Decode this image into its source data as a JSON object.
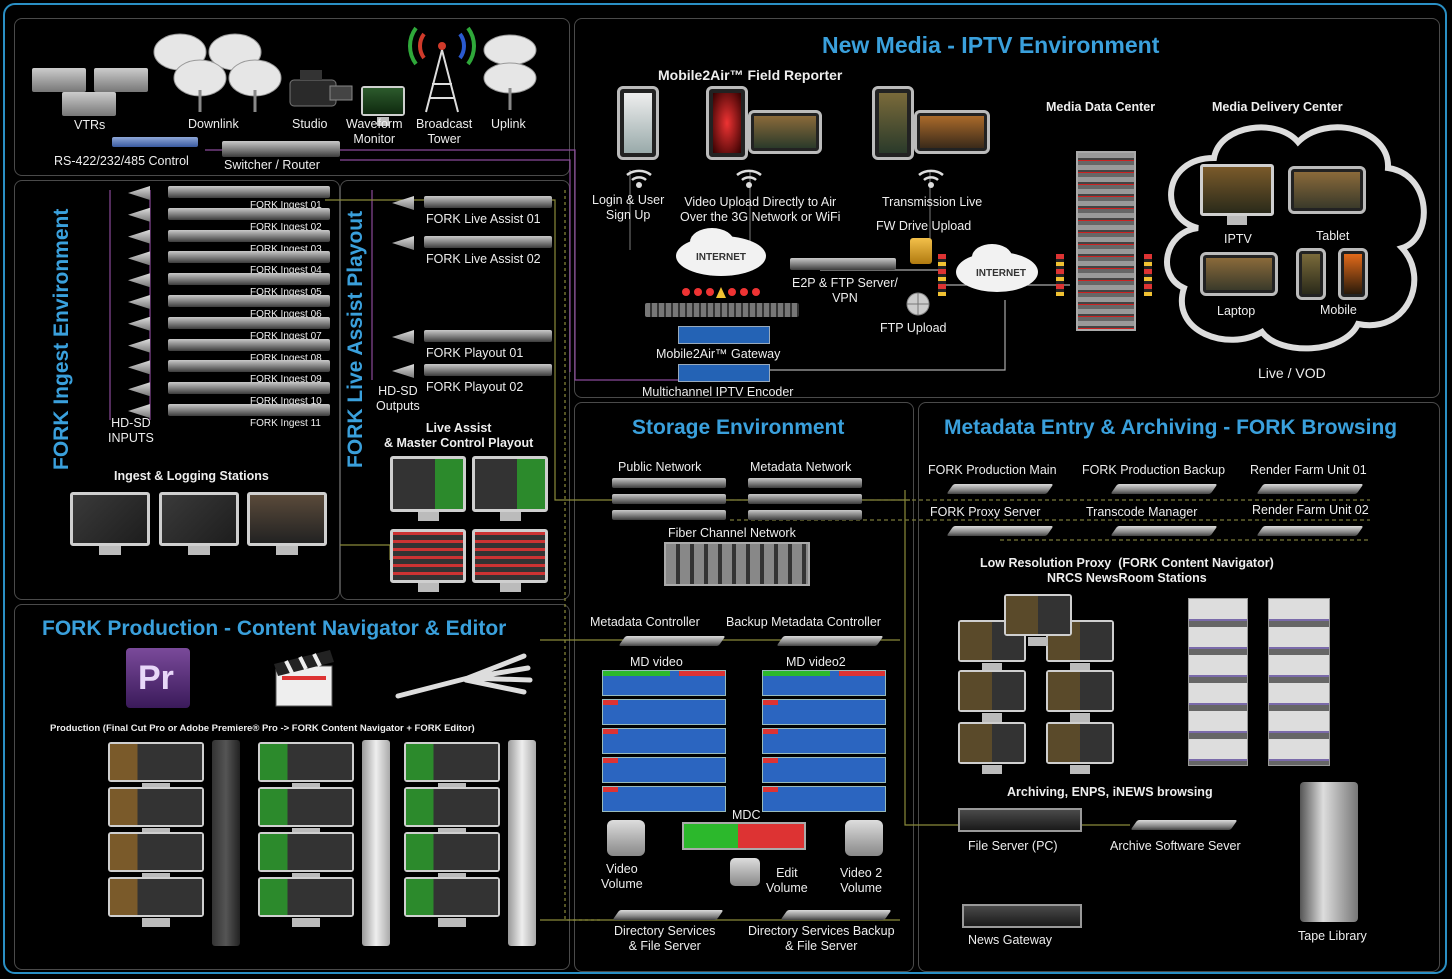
{
  "panels": {
    "iptv_title": "New Media - IPTV Environment",
    "ingest_title": "FORK Ingest Environment",
    "live_assist_title": "FORK Live Assist Playout",
    "storage_title": "Storage Environment",
    "metadata_title": "Metadata Entry & Archiving - FORK Browsing",
    "production_title": "FORK Production - Content Navigator & Editor"
  },
  "top_left": {
    "vtrs": "VTRs",
    "downlink": "Downlink",
    "studio": "Studio",
    "waveform": "Waveform\nMonitor",
    "broadcast": "Broadcast\nTower",
    "uplink": "Uplink",
    "rs422": "RS-422/232/485 Control",
    "switcher": "Switcher / Router"
  },
  "ingest": {
    "units": [
      "FORK Ingest 01",
      "FORK Ingest 02",
      "FORK Ingest 03",
      "FORK Ingest 04",
      "FORK Ingest 05",
      "FORK Ingest 06",
      "FORK Ingest 07",
      "FORK Ingest 08",
      "FORK Ingest 09",
      "FORK Ingest 10",
      "FORK Ingest 11"
    ],
    "inputs": "HD-SD\nINPUTS",
    "stations": "Ingest & Logging Stations"
  },
  "live_assist": {
    "units": [
      "FORK Live Assist 01",
      "FORK Live Assist 02",
      "FORK Playout 01",
      "FORK Playout 02"
    ],
    "outputs": "HD-SD\nOutputs",
    "master": "Live Assist\n& Master Control Playout"
  },
  "iptv": {
    "field_reporter": "Mobile2Air™  Field Reporter",
    "login": "Login & User\nSign Up",
    "video_upload": "Video Upload Directly to Air\nOver the 3G Network or WiFi",
    "transmission": "Transmission Live",
    "fw_drive": "FW Drive Upload",
    "internet": "INTERNET",
    "e2p": "E2P & FTP Server/\nVPN",
    "ftp_upload": "FTP Upload",
    "gateway": "Mobile2Air™ Gateway",
    "encoder": "Multichannel IPTV Encoder",
    "data_center": "Media Data Center",
    "delivery_center": "Media Delivery Center",
    "devices": [
      "IPTV",
      "Tablet",
      "Laptop",
      "Mobile"
    ],
    "live_vod": "Live / VOD"
  },
  "storage": {
    "public_net": "Public Network",
    "metadata_net": "Metadata Network",
    "fiber": "Fiber Channel Network",
    "md_controller": "Metadata Controller",
    "backup_md_controller": "Backup Metadata Controller",
    "md_video": "MD video",
    "md_video2": "MD video2",
    "mdc": "MDC",
    "video_volume": "Video\nVolume",
    "edit_volume": "Edit\nVolume",
    "video2_volume": "Video 2\nVolume",
    "dir_services": "Directory Services\n& File Server",
    "dir_backup": "Directory Services Backup\n& File Server"
  },
  "metadata": {
    "servers": [
      "FORK Production Main",
      "FORK Production Backup",
      "Render Farm Unit 01",
      "FORK Proxy Server",
      "Transcode Manager",
      "Render Farm Unit 02"
    ],
    "proxy_title": "Low Resolution Proxy  (FORK Content Navigator)\nNRCS NewsRoom Stations",
    "archiving": "Archiving, ENPS, iNEWS browsing",
    "file_server": "File Server (PC)",
    "archive_sw": "Archive Software Sever",
    "news_gateway": "News Gateway",
    "tape_library": "Tape Library"
  },
  "production": {
    "caption": "Production (Final Cut Pro or Adobe Premiere® Pro -> FORK Content Navigator + FORK Editor)",
    "pr_icon": "Pr"
  },
  "colors": {
    "accent": "#3aa0dc",
    "panel_border": "#4a4a4a",
    "link_yellow": "#9a9a3a",
    "link_purple": "#8a4a9a"
  }
}
